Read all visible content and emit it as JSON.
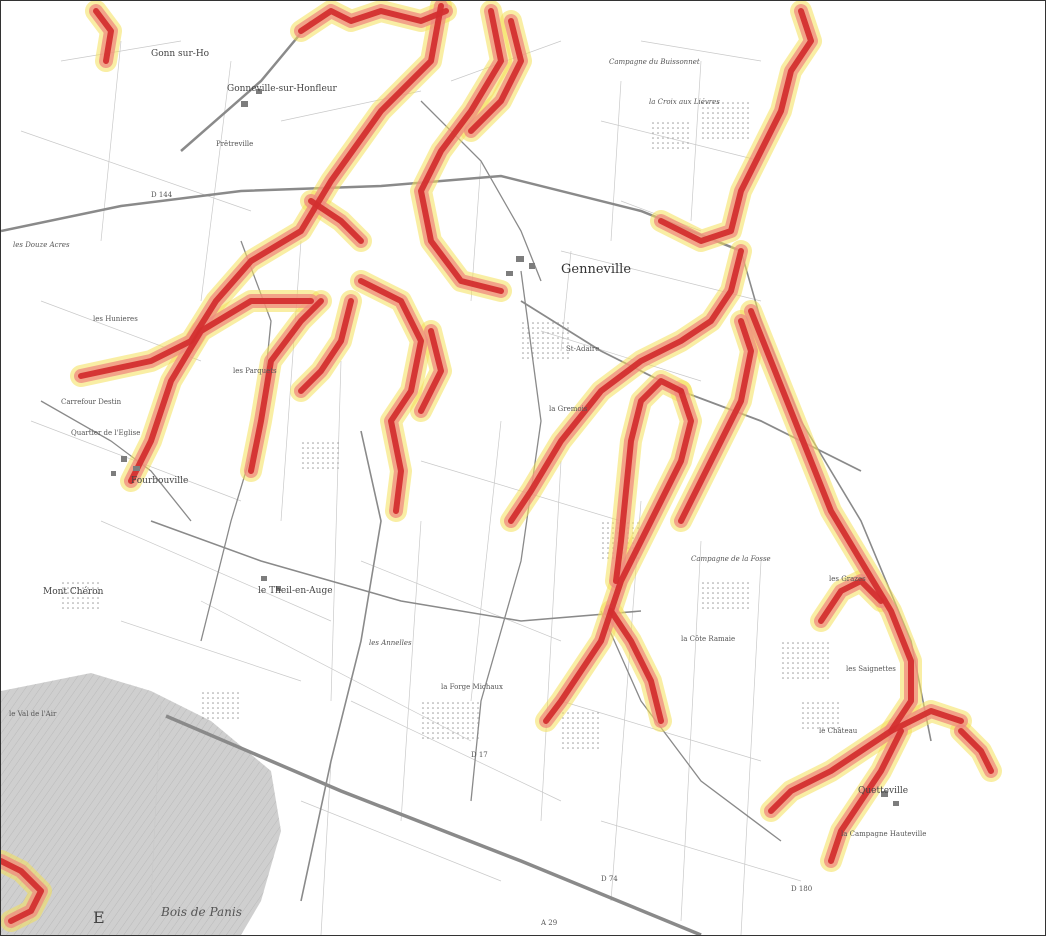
{
  "map": {
    "towns": [
      {
        "name": "Genneville"
      },
      {
        "name": "Fourbouville"
      },
      {
        "name": "le Theil-en-Auge"
      },
      {
        "name": "Quetteville"
      },
      {
        "name": "Gonneville-sur-Honfleur"
      },
      {
        "name": "Prêtreville"
      },
      {
        "name": "Gonn sur-Ho"
      }
    ],
    "localities": [
      {
        "name": "Campagne du Buissonnet"
      },
      {
        "name": "la Croix aux Liévres"
      },
      {
        "name": "les Douze Acres"
      },
      {
        "name": "les Hunieres"
      },
      {
        "name": "Carrefour Destin"
      },
      {
        "name": "Quartier de l'Eglise"
      },
      {
        "name": "Mont Chéron"
      },
      {
        "name": "les Parquets"
      },
      {
        "name": "les Annelles"
      },
      {
        "name": "la Forge Michaux"
      },
      {
        "name": "Campagne de la Fosse"
      },
      {
        "name": "la Côte Ramaie"
      },
      {
        "name": "les Saignettes"
      },
      {
        "name": "la Campagne Hauteville"
      },
      {
        "name": "St-Adaire"
      },
      {
        "name": "la Gremois"
      },
      {
        "name": "les Grazes"
      },
      {
        "name": "le Château"
      },
      {
        "name": "Bois de Panis"
      },
      {
        "name": "le Val de l'Air"
      }
    ],
    "roads": [
      {
        "name": "D 144"
      },
      {
        "name": "D 74"
      },
      {
        "name": "A 29"
      },
      {
        "name": "D 17"
      },
      {
        "name": "D 180"
      }
    ],
    "sheet_letter": "E",
    "hazard_colors": {
      "high": "#d32f2f",
      "medium": "#ef8a80",
      "low": "#f4e05a"
    },
    "road_color": "#8a8a8a",
    "forest_color": "#bdbdbd"
  }
}
